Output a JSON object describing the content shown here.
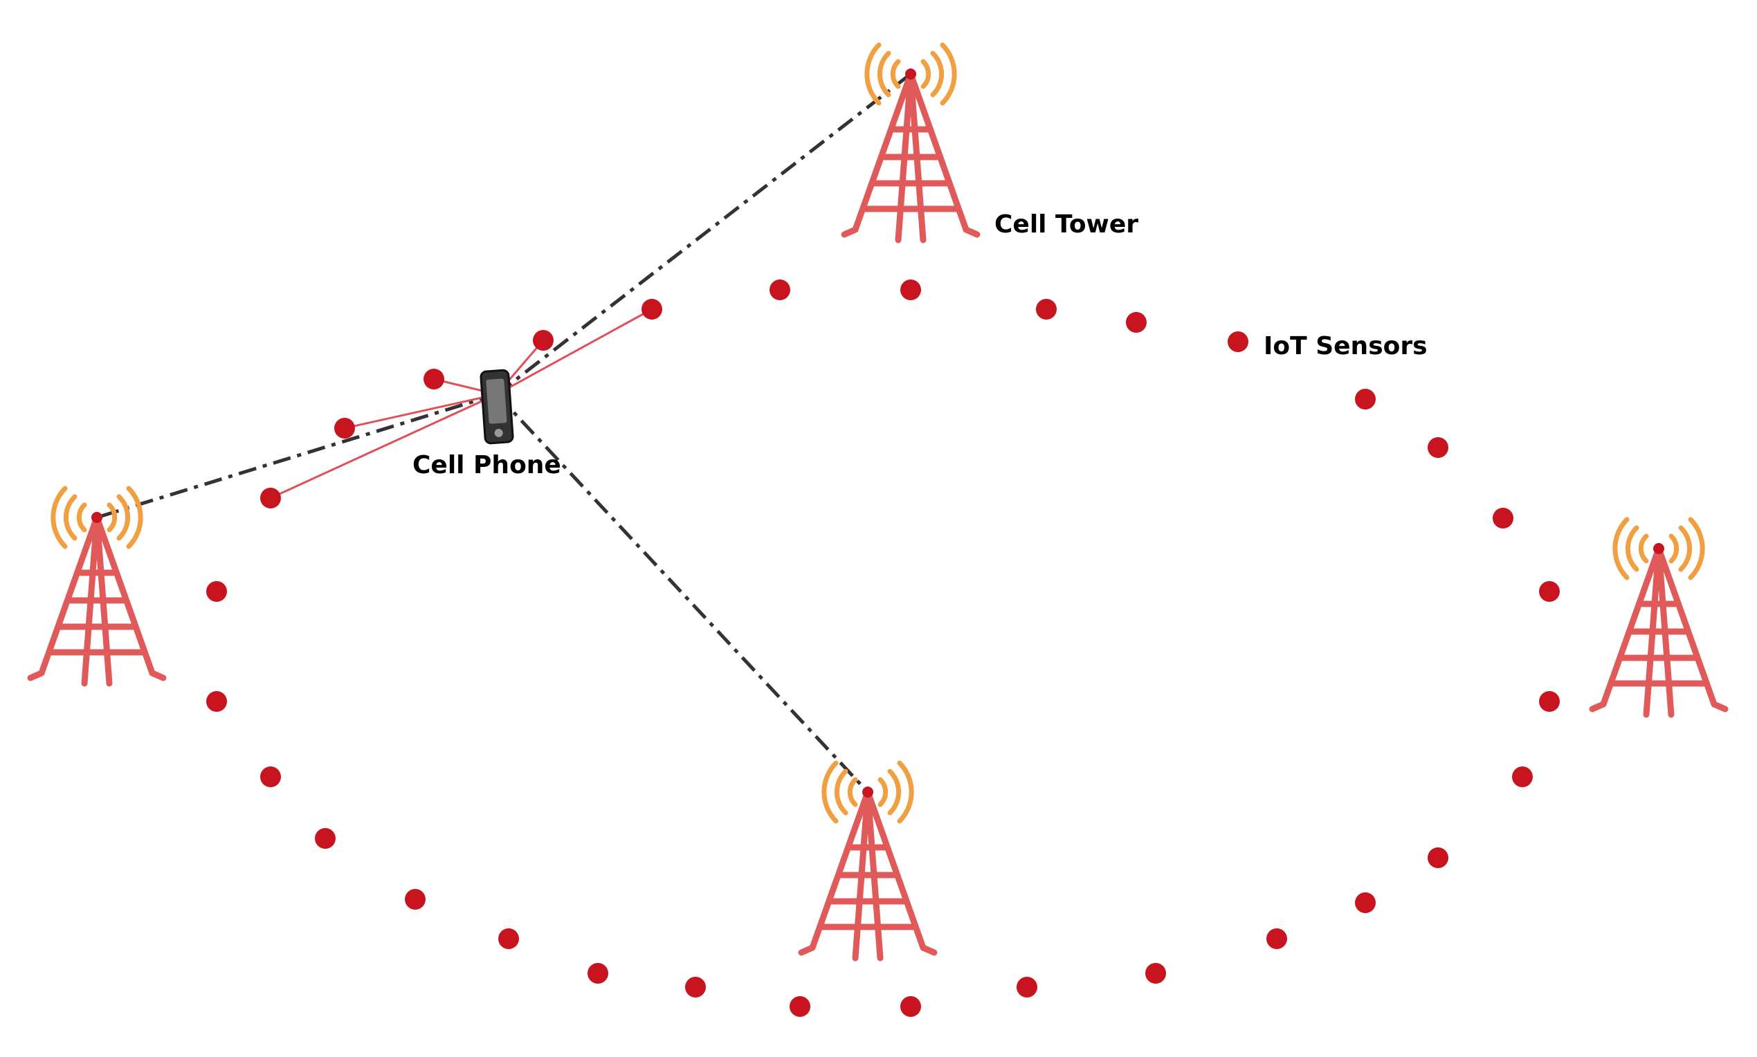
{
  "labels": {
    "cell_tower": "Cell Tower",
    "iot_sensors": "IoT Sensors",
    "cell_phone": "Cell Phone"
  },
  "colors": {
    "tower": "#e05a5a",
    "signal_waves": "#f0a040",
    "sensor": "#c8141e",
    "phone_link": "#e0505a",
    "tower_link": "#333333"
  },
  "icons": {
    "tower": "cell-tower-icon",
    "phone": "cell-phone-icon",
    "sensor": "sensor-dot"
  }
}
